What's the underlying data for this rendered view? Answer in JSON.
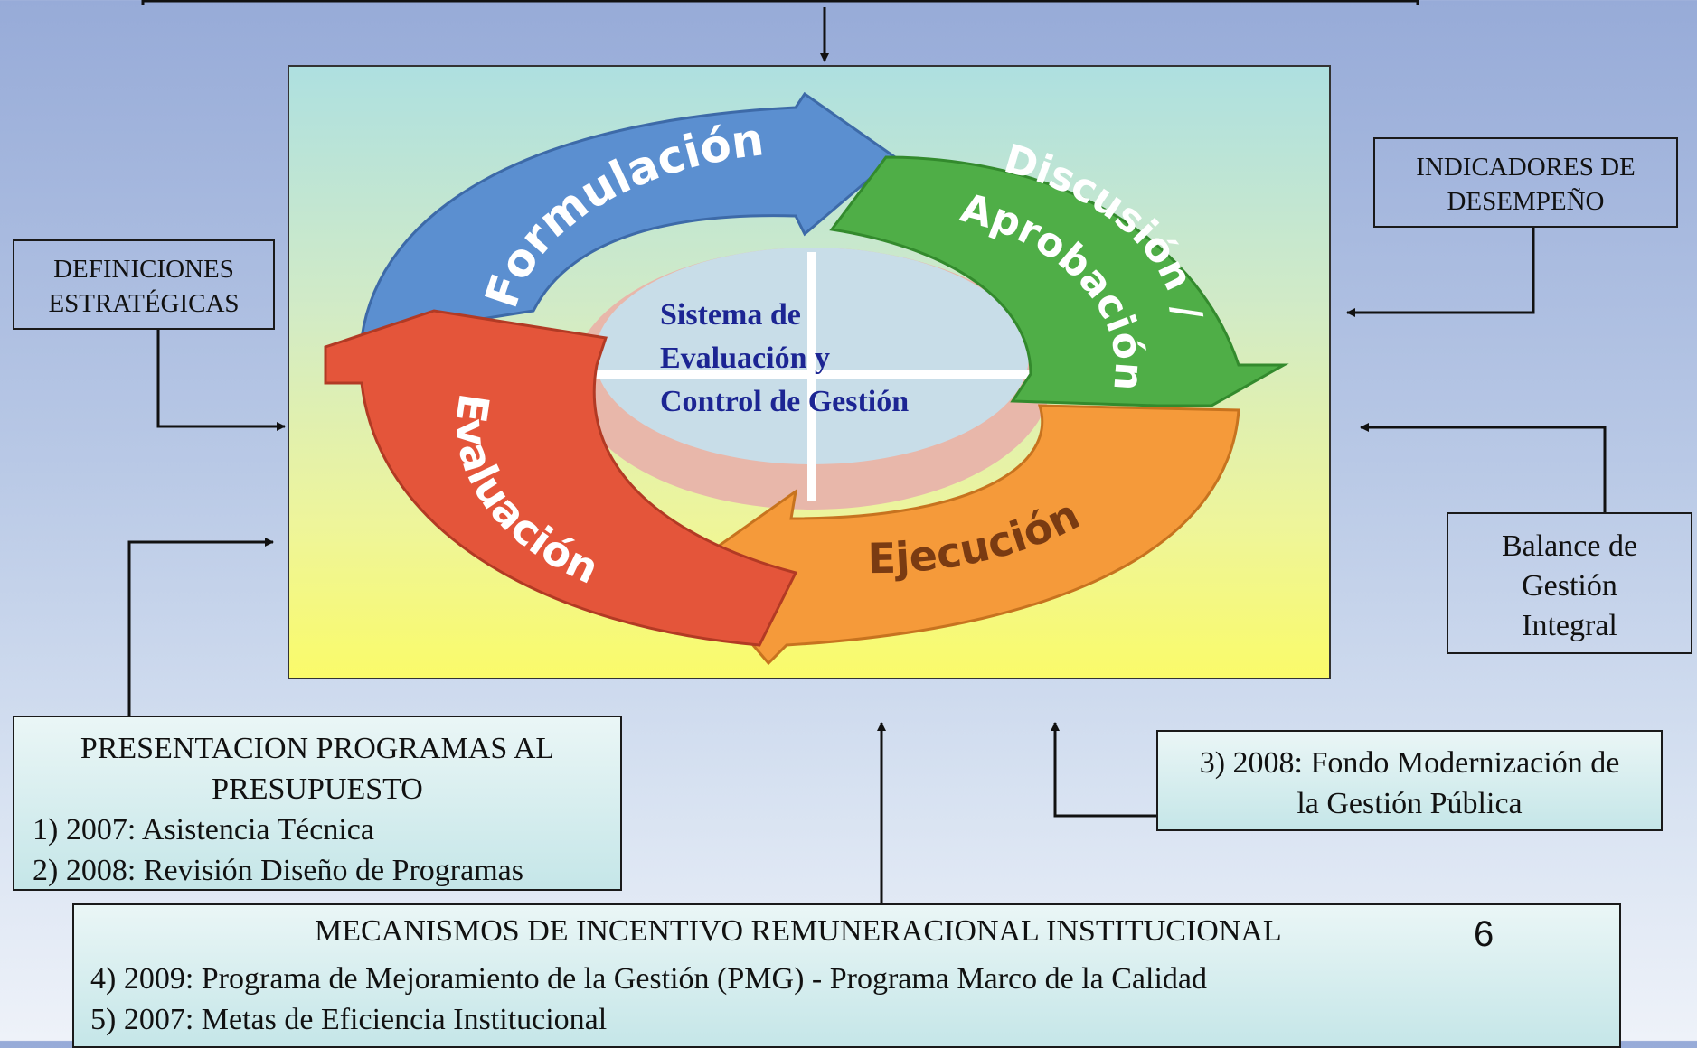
{
  "boxes": {
    "definiciones": {
      "line1": "DEFINICIONES",
      "line2": "ESTRATÉGICAS"
    },
    "indicadores": {
      "line1": "INDICADORES DE",
      "line2": "DESEMPEÑO"
    },
    "balance": {
      "line1": "Balance de",
      "line2": "Gestión",
      "line3": "Integral"
    },
    "presentacion": {
      "title1": "PRESENTACION PROGRAMAS AL",
      "title2": "PRESUPUESTO",
      "item1": "1) 2007: Asistencia Técnica",
      "item2": "2) 2008: Revisión Diseño de Programas"
    },
    "fondo": {
      "line1": "3) 2008: Fondo Modernización de",
      "line2": "la Gestión Pública"
    },
    "mecanismos": {
      "title": "MECANISMOS DE INCENTIVO REMUNERACIONAL INSTITUCIONAL",
      "item4": "4) 2009: Programa de Mejoramiento de la Gestión (PMG) - Programa Marco de la Calidad",
      "item5": "5) 2007: Metas de Eficiencia Institucional"
    }
  },
  "cycle": {
    "center_line1": "Sistema de",
    "center_line2": "Evaluación y",
    "center_line3": "Control de Gestión",
    "formulacion": "Formulación",
    "discusion1": "Discusión /",
    "discusion2": "Aprobación",
    "ejecucion": "Ejecución",
    "evaluacion": "Evaluación"
  },
  "page_number": "6",
  "colors": {
    "formulacion": "#5b8fd0",
    "discusion": "#4fae47",
    "ejecucion": "#f59a3a",
    "evaluacion": "#e4553a",
    "center_text": "#1c2593"
  }
}
